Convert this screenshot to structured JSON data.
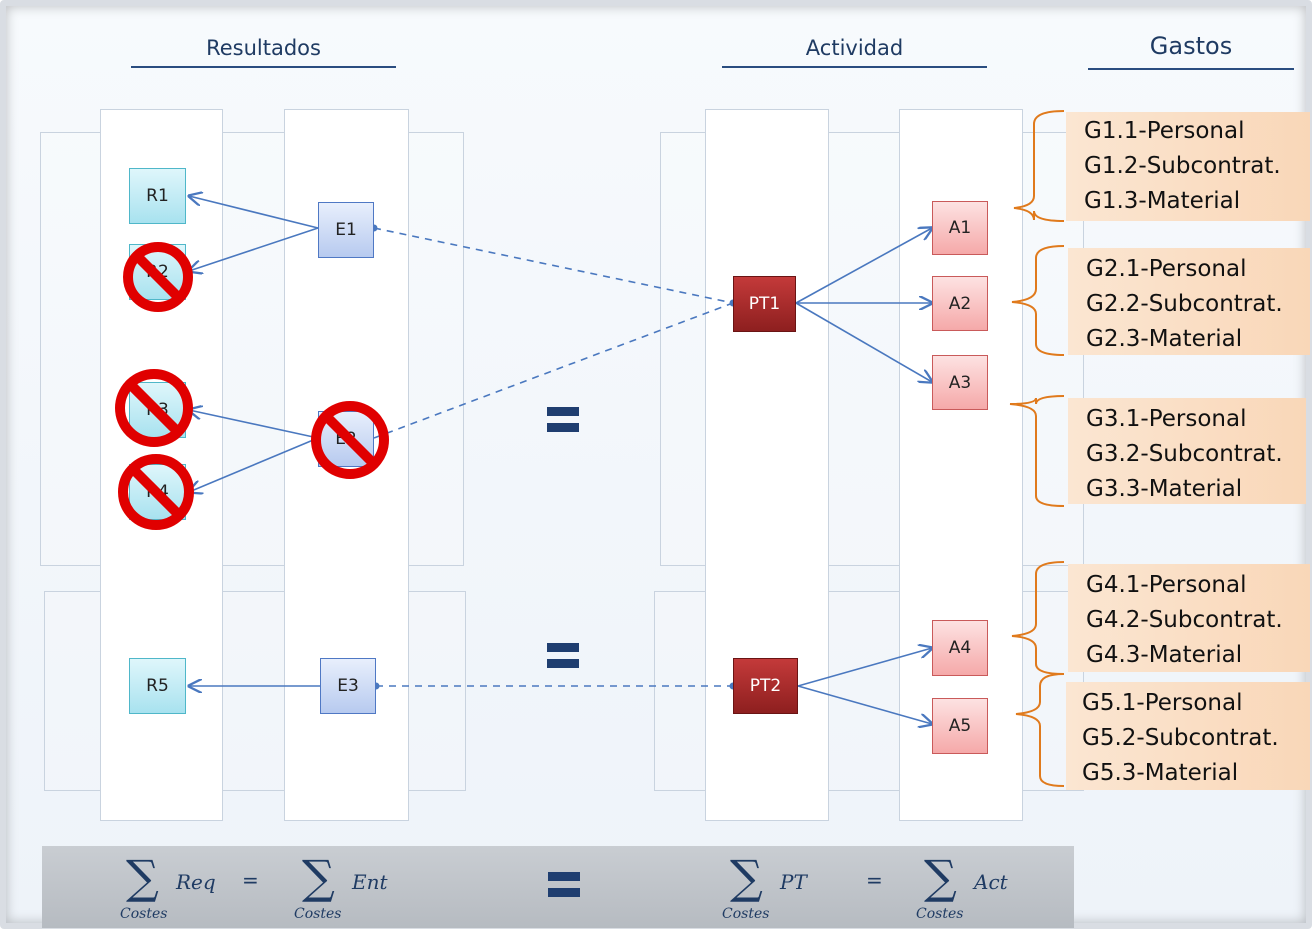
{
  "headers": {
    "results": "Resultados",
    "activity": "Actividad",
    "expenses": "Gastos"
  },
  "nodes": {
    "r1": "R1",
    "r2": "R2",
    "r3": "R3",
    "r4": "R4",
    "r5": "R5",
    "e1": "E1",
    "e2": "E2",
    "e3": "E3",
    "pt1": "PT1",
    "pt2": "PT2",
    "a1": "A1",
    "a2": "A2",
    "a3": "A3",
    "a4": "A4",
    "a5": "A5"
  },
  "expenses": [
    [
      "G1.1-Personal",
      "G1.2-Subcontrat.",
      "G1.3-Material"
    ],
    [
      "G2.1-Personal",
      "G2.2-Subcontrat.",
      "G2.3-Material"
    ],
    [
      "G3.1-Personal",
      "G3.2-Subcontrat.",
      "G3.3-Material"
    ],
    [
      "G4.1-Personal",
      "G4.2-Subcontrat.",
      "G4.3-Material"
    ],
    [
      "G5.1-Personal",
      "G5.2-Subcontrat.",
      "G5.3-Material"
    ]
  ],
  "formula": {
    "sigma": "∑",
    "req": "Req",
    "ent": "Ent",
    "pt": "PT",
    "act": "Act",
    "subscript": "Costes",
    "equals": "="
  },
  "colors": {
    "link": "#4a78bf",
    "prohibited": "#e00000",
    "brace": "#e07a1c"
  }
}
